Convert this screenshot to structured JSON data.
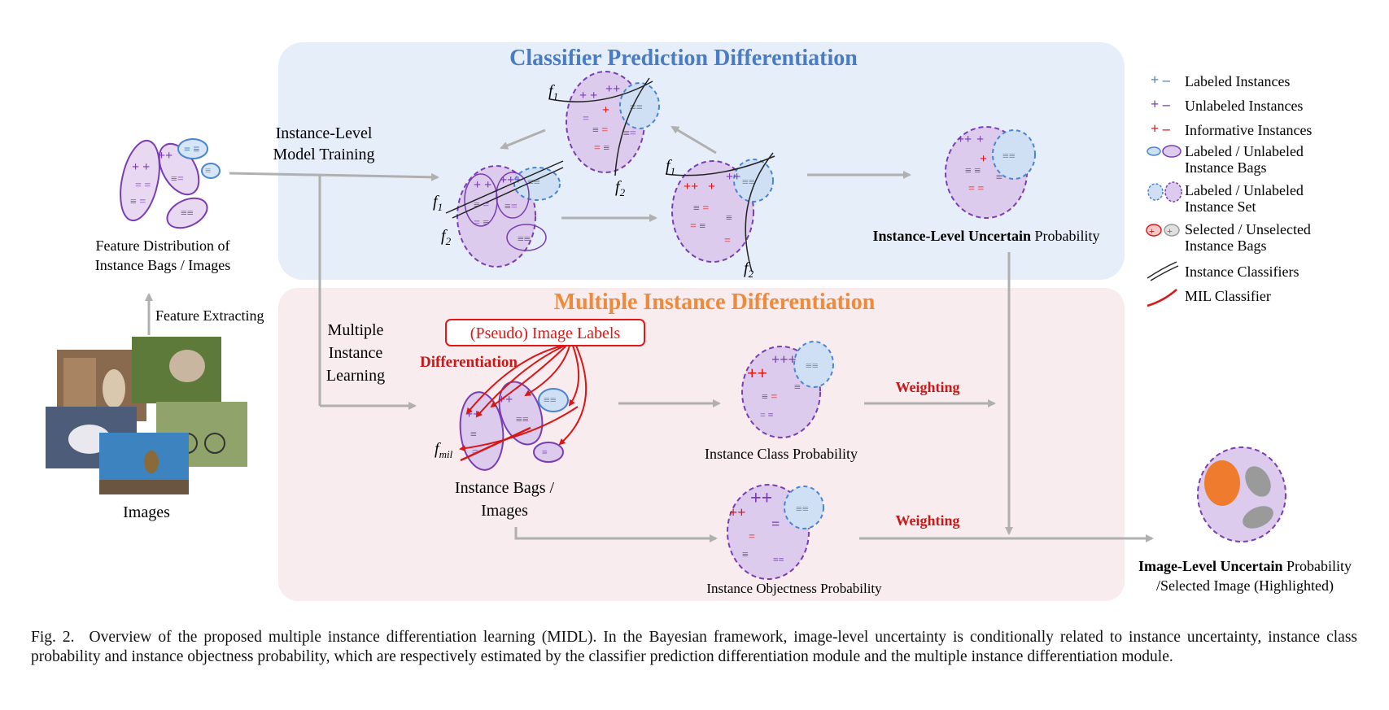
{
  "panels": {
    "top_title": "Classifier Prediction Differentiation",
    "bottom_title": "Multiple Instance Differentiation"
  },
  "colors": {
    "top_panel_bg": "#e6eef9",
    "bottom_panel_bg": "#f8ecef",
    "top_title": "#4a7cc4",
    "bottom_title": "#ee8a3a",
    "labeled": "#4a86d0",
    "unlabeled": "#7a3db3",
    "informative": "#e01818",
    "mil_classifier": "#d81818",
    "arrow": "#b0b0b0"
  },
  "left": {
    "feature_caption_line1": "Feature Distribution of",
    "feature_caption_line2": "Instance Bags / Images",
    "feature_extracting": "Feature Extracting",
    "images_label": "Images"
  },
  "top": {
    "training_line1": "Instance-Level",
    "training_line2": "Model Training",
    "uncertain_bold": "Instance-Level Uncertain",
    "uncertain_rest": " Probability",
    "f1": "f",
    "f1_sub": "1",
    "f2": "f",
    "f2_sub": "2"
  },
  "bottom": {
    "mil_line1": "Multiple",
    "mil_line2": "Instance",
    "mil_line3": "Learning",
    "pseudo_labels": "(Pseudo) Image Labels",
    "differentiation": "Differentiation",
    "fmil": "f",
    "fmil_sub": "mil",
    "bags_line1": "Instance Bags /",
    "bags_line2": "Images",
    "class_prob": "Instance Class Probability",
    "objectness_prob": "Instance Objectness Probability",
    "weighting1": "Weighting",
    "weighting2": "Weighting",
    "image_level_bold": "Image-Level Uncertain",
    "image_level_rest": " Probability",
    "image_level_line2": "/Selected Image (Highlighted)"
  },
  "legend": [
    {
      "icon": "labeled-instances-icon",
      "line1": "Labeled Instances",
      "line2": ""
    },
    {
      "icon": "unlabeled-instances-icon",
      "line1": "Unlabeled Instances",
      "line2": ""
    },
    {
      "icon": "informative-instances-icon",
      "line1": "Informative Instances",
      "line2": ""
    },
    {
      "icon": "instance-bags-icon",
      "line1": "Labeled / Unlabeled",
      "line2": "Instance Bags"
    },
    {
      "icon": "instance-set-icon",
      "line1": "Labeled / Unlabeled",
      "line2": "Instance Set"
    },
    {
      "icon": "selected-bags-icon",
      "line1": "Selected / Unselected",
      "line2": "Instance Bags"
    },
    {
      "icon": "instance-classifiers-icon",
      "line1": "Instance Classifiers",
      "line2": ""
    },
    {
      "icon": "mil-classifier-icon",
      "line1": "MIL Classifier",
      "line2": ""
    }
  ],
  "caption": {
    "label": "Fig. 2.",
    "text": "Overview of the proposed multiple instance differentiation learning (MIDL). In the Bayesian framework, image-level uncertainty is conditionally related to instance uncertainty, instance class probability and instance objectness probability, which are respectively estimated by the classifier prediction differentiation module and the multiple instance differentiation module."
  }
}
